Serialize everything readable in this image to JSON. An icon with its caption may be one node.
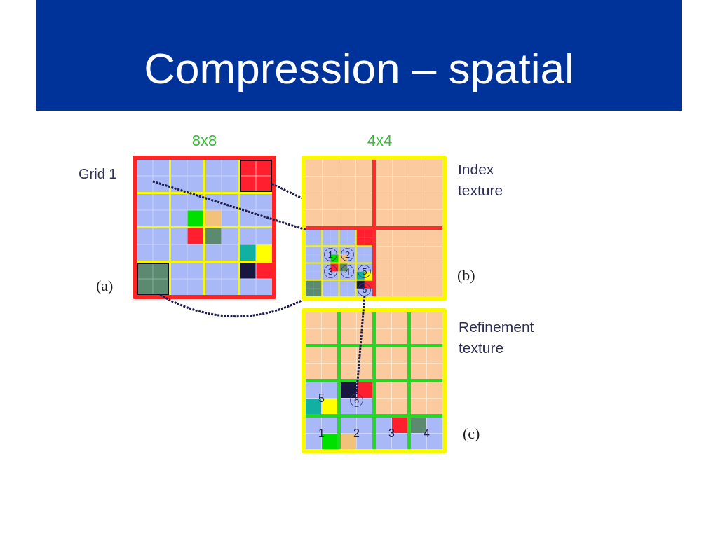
{
  "diagram": {
    "title": "Compression – spatial",
    "nodes": [
      {
        "text": [
          "8x8"
        ],
        "beside": [
          "Grid 1",
          "(a)"
        ]
      },
      {
        "text": [],
        "shape": "box",
        "in": 0
      },
      {
        "text": [],
        "shape": "box",
        "in": 0
      },
      {
        "text": [
          "4x4"
        ],
        "beside": [
          "Index texture",
          "(b)"
        ]
      },
      {
        "text": [],
        "shape": "box",
        "in": 3
      },
      {
        "text": [
          "1"
        ],
        "in": 4
      },
      {
        "text": [
          "2"
        ],
        "in": 4
      },
      {
        "text": [
          "3"
        ],
        "in": 4
      },
      {
        "text": [
          "4"
        ],
        "in": 4
      },
      {
        "text": [
          "5"
        ],
        "in": 4
      },
      {
        "text": [
          "6"
        ],
        "in": 4
      },
      {
        "text": [
          "5",
          "1",
          "2",
          "3",
          "4"
        ],
        "beside": [
          "Refinement texture",
          "(c)"
        ]
      },
      {
        "text": [
          "6"
        ],
        "in": 11
      }
    ],
    "edges": [
      {
        "from": 0,
        "to": 4,
        "arrow": "none",
        "style": "dashed"
      },
      {
        "from": 1,
        "to": 3,
        "arrow": "none",
        "style": "dashed"
      },
      {
        "from": 2,
        "to": 3,
        "arrow": "none",
        "style": "dashed"
      },
      {
        "from": 10,
        "to": 12,
        "arrow": "none",
        "style": "dashed"
      }
    ]
  }
}
